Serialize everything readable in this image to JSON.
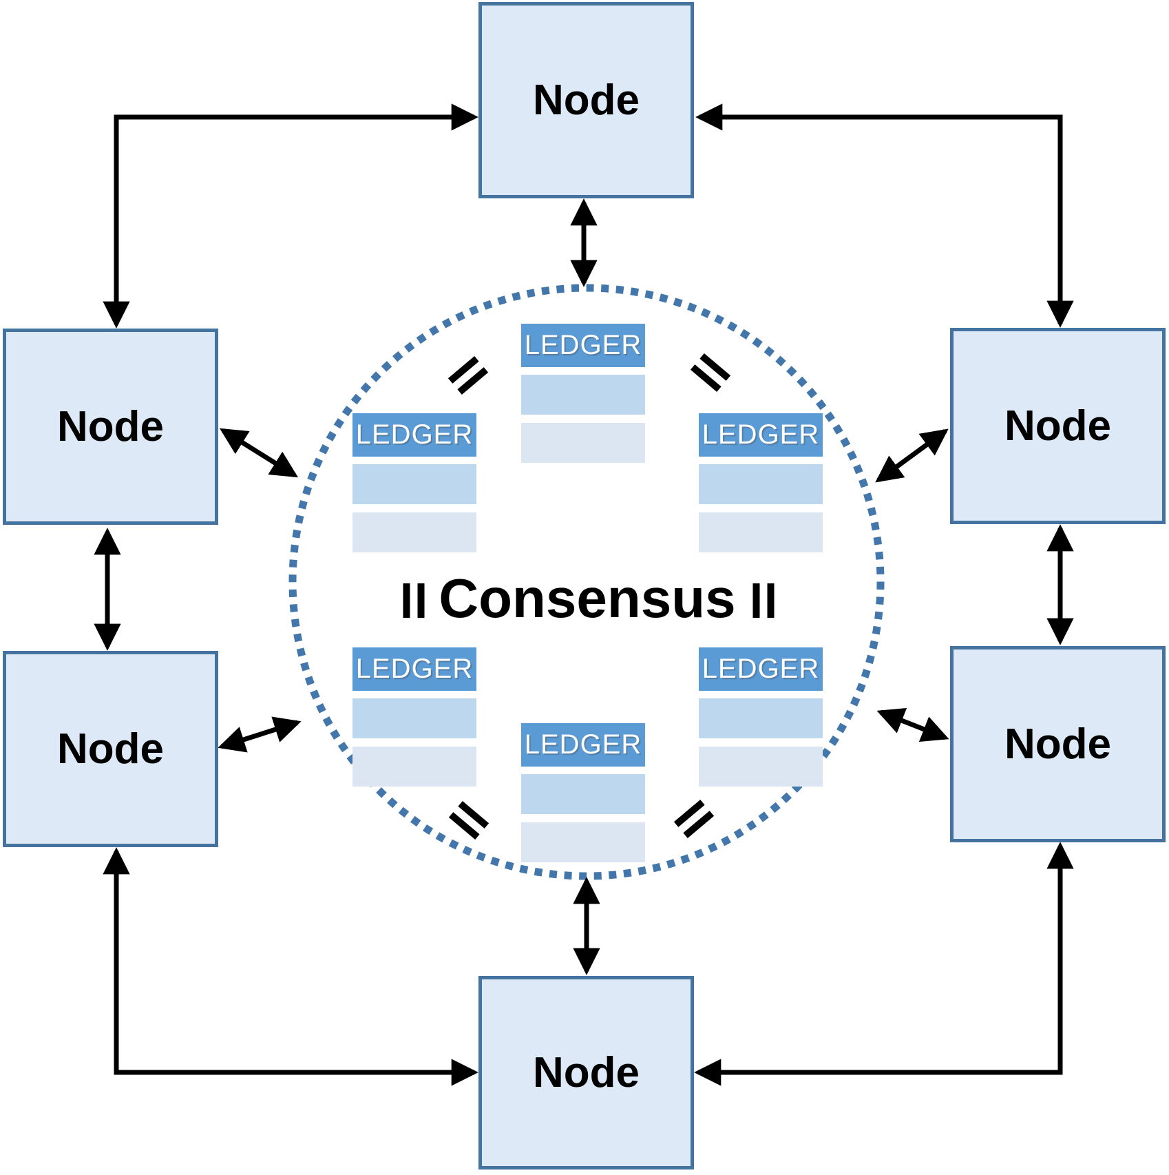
{
  "diagram": {
    "title": "Consensus",
    "nodes": [
      {
        "id": "top",
        "label": "Node"
      },
      {
        "id": "left-upper",
        "label": "Node"
      },
      {
        "id": "left-lower",
        "label": "Node"
      },
      {
        "id": "right-upper",
        "label": "Node"
      },
      {
        "id": "right-lower",
        "label": "Node"
      },
      {
        "id": "bottom",
        "label": "Node"
      }
    ],
    "ledgers": [
      {
        "id": "top",
        "label": "LEDGER"
      },
      {
        "id": "upper-left",
        "label": "LEDGER"
      },
      {
        "id": "upper-right",
        "label": "LEDGER"
      },
      {
        "id": "lower-left",
        "label": "LEDGER"
      },
      {
        "id": "lower-right",
        "label": "LEDGER"
      },
      {
        "id": "bottom",
        "label": "LEDGER"
      }
    ],
    "equality_icon": "equals-icon"
  },
  "colors": {
    "node-fill": "#dde9f6",
    "node-border": "#44739f",
    "ledger-header": "#5b9bd5",
    "ledger-row1": "#bdd7ee",
    "ledger-row2": "#dce6f2",
    "circle-dot": "#4377ab",
    "arrow": "#000000",
    "ledger-text": "#ffffff",
    "label-text": "#000000"
  }
}
